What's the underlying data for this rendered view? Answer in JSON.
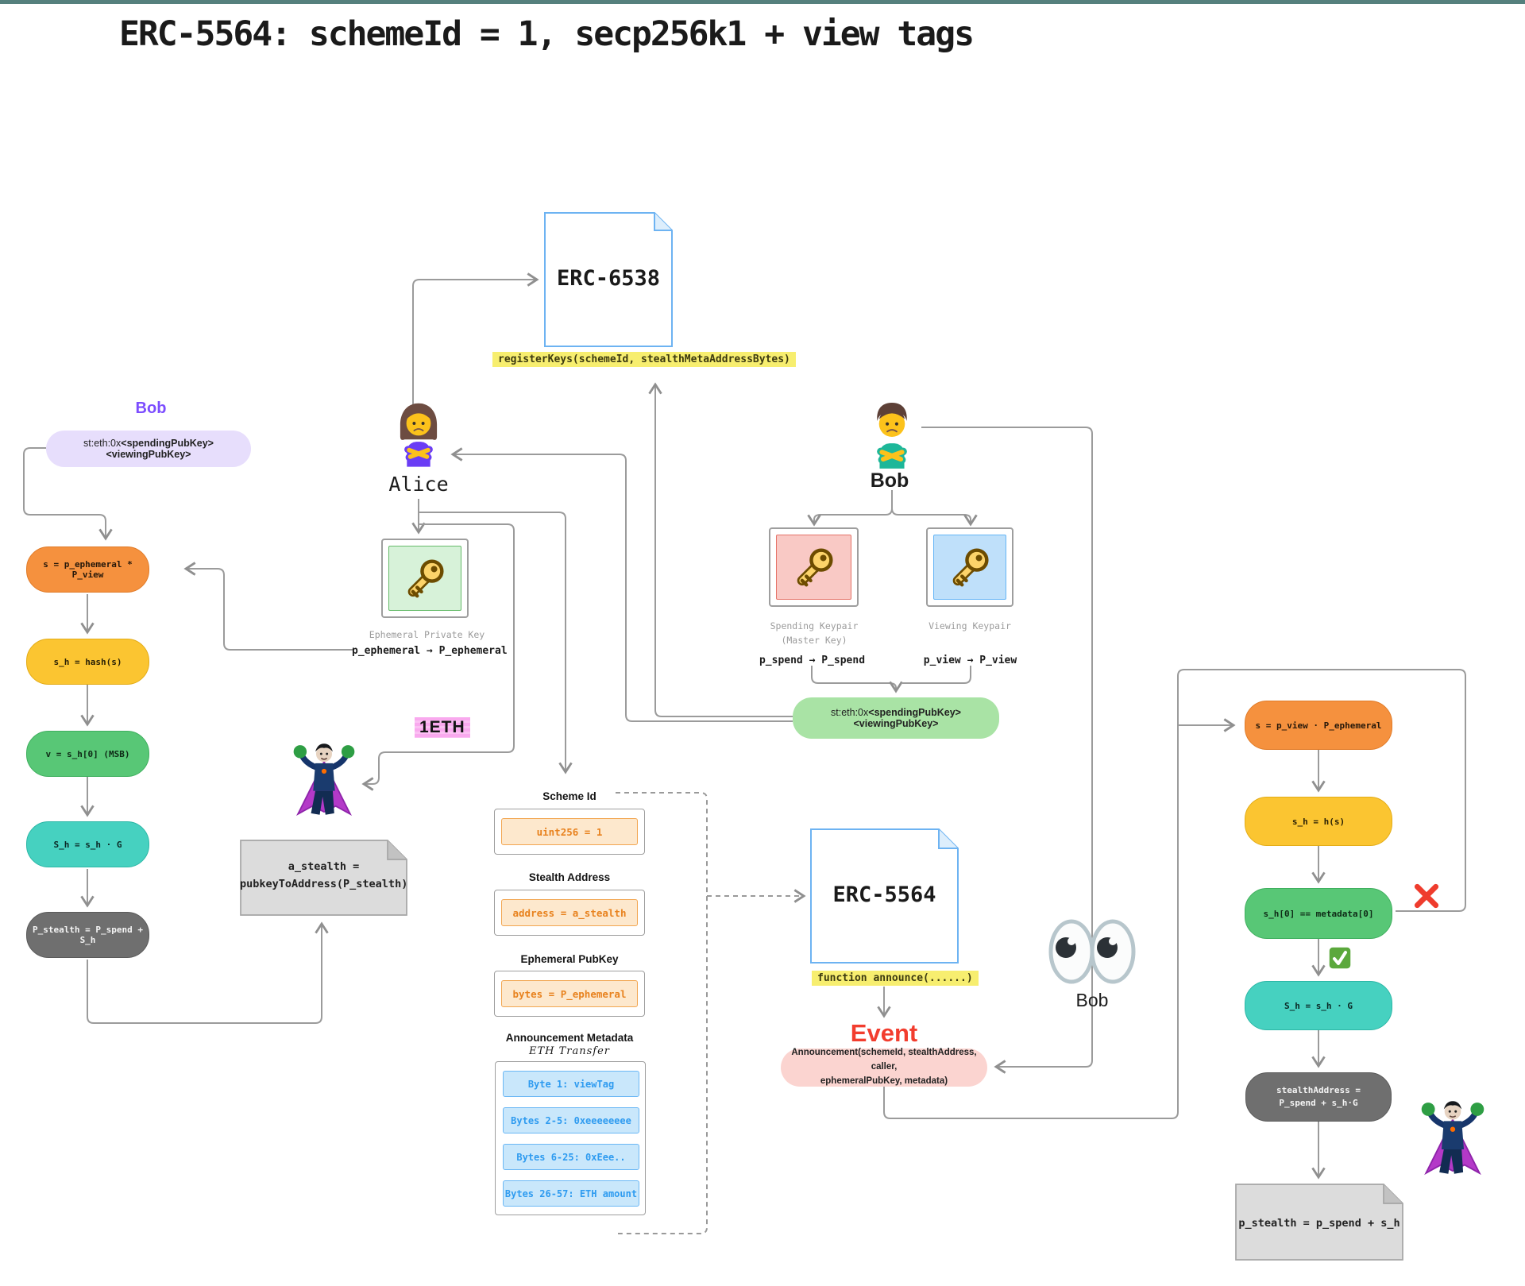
{
  "title": "ERC-5564: schemeId = 1, secp256k1 + view tags",
  "top_left": {
    "heading": "Bob"
  },
  "meta_address": {
    "prefix": "st:eth:0x",
    "spending_part": "<spendingPubKey>",
    "viewing_part": "<viewingPubKey>"
  },
  "actors": {
    "alice_label": "Alice",
    "bob_label": "Bob",
    "bob_watcher_label": "Bob"
  },
  "docs": {
    "erc6538": {
      "title": "ERC-6538",
      "caption": "registerKeys(schemeId, stealthMetaAddressBytes)"
    },
    "erc5564": {
      "title": "ERC-5564",
      "caption": "function announce(......)"
    }
  },
  "event": {
    "label": "Event",
    "line1": "Announcement(schemeId, stealthAddress, caller,",
    "line2": "ephemeralPubKey, metadata)"
  },
  "alice_flow": {
    "nodes": [
      {
        "text": "s = p_ephemeral * P_view"
      },
      {
        "text": "s_h = hash(s)"
      },
      {
        "text": "v = s_h[0] (MSB)"
      },
      {
        "text": "S_h = s_h · G"
      },
      {
        "text": "P_stealth = P_spend + S_h"
      }
    ],
    "note_line1": "a_stealth =",
    "note_line2": "pubkeyToAddress(P_stealth)",
    "eth_label": "1ETH"
  },
  "bob_flow": {
    "nodes": [
      {
        "text": "s = p_view · P_ephemeral"
      },
      {
        "text": "s_h = h(s)"
      },
      {
        "text": "s_h[0] == metadata[0]"
      },
      {
        "text": "S_h = s_h · G"
      },
      {
        "line1": "stealthAddress =",
        "line2": "P_spend + s_h·G"
      }
    ],
    "note": "p_stealth = p_spend + s_h"
  },
  "keys": {
    "ephemeral": {
      "label": "Ephemeral Private Key",
      "mapping": "p_ephemeral → P_ephemeral"
    },
    "spending": {
      "label": "Spending Keypair",
      "sub": "(Master Key)",
      "mapping": "p_spend → P_spend"
    },
    "viewing": {
      "label": "Viewing Keypair",
      "mapping": "p_view → P_view"
    }
  },
  "fields": {
    "scheme_id": {
      "header": "Scheme Id",
      "value": "uint256 = 1"
    },
    "stealth_address": {
      "header": "Stealth Address",
      "value": "address = a_stealth"
    },
    "ephemeral_pubkey": {
      "header": "Ephemeral PubKey",
      "value": "bytes = P_ephemeral"
    },
    "metadata": {
      "header": "Announcement Metadata",
      "subheader": "ETH Transfer",
      "bytes": [
        "Byte 1: viewTag",
        "Bytes 2-5: 0xeeeeeeee",
        "Bytes 6-25: 0xEee..",
        "Bytes 26-57: ETH amount"
      ]
    }
  },
  "colors": {
    "topbar": "#55807d",
    "orange": "#f5913e",
    "yellow": "#fbc531",
    "green": "#58c776",
    "teal": "#46d1c0",
    "dark_gray": "#6f6f6f",
    "note_gray": "#dcdcdc",
    "doc_border": "#6db3f2",
    "meta_pill_green": "#a9e3a5",
    "meta_pill_purple": "#e7defc",
    "announcement_pink": "#fbd4d0",
    "highlight_yellow": "#f7ee6f",
    "highlight_pink": "#f9a9ee",
    "event_red": "#f23d2e",
    "bob_heading_purple": "#7c4dff",
    "connector_gray": "#9b9b9b"
  }
}
